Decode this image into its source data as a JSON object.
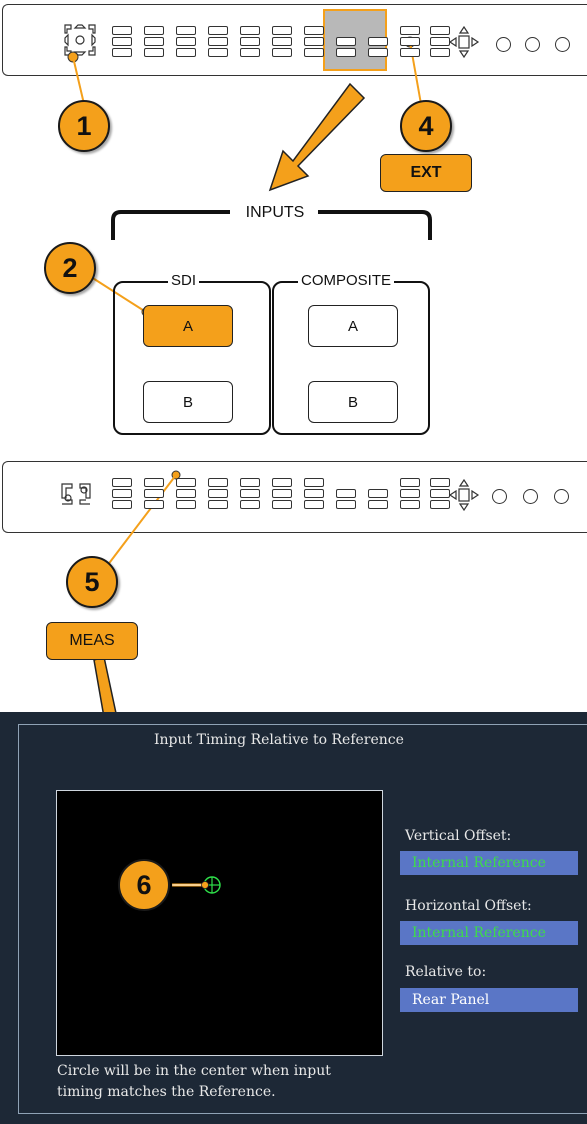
{
  "callouts": {
    "c1": "1",
    "c2": "2",
    "c4": "4",
    "c5": "5",
    "c6": "6"
  },
  "buttons": {
    "ext": "EXT",
    "meas": "MEAS"
  },
  "inputs": {
    "title": "INPUTS",
    "sdi_label": "SDI",
    "composite_label": "COMPOSITE",
    "sdi_a": "A",
    "sdi_b": "B",
    "composite_a": "A",
    "composite_b": "B"
  },
  "screen": {
    "title": "Input Timing Relative to Reference",
    "vertical_offset_label": "Vertical Offset:",
    "vertical_offset_value": "Internal Reference",
    "horizontal_offset_label": "Horizontal Offset:",
    "horizontal_offset_value": "Internal Reference",
    "relative_to_label": "Relative to:",
    "relative_to_value": "Rear Panel",
    "note_line1": "Circle will be in the center when input",
    "note_line2": "timing matches the Reference."
  },
  "colors": {
    "callout_fill": "#f4a01b",
    "highlight_gray": "#b8b8b8",
    "screen_bg": "#1d2836",
    "field_bg": "#5a76c6",
    "value_green": "#3ddc4a",
    "value_white": "#ffffff"
  },
  "icons": {
    "nav_cluster": "dpad-icon",
    "arrows": "arrow-keys-icon",
    "knobs": "knob-icon",
    "target": "crosshair-circle-icon"
  }
}
